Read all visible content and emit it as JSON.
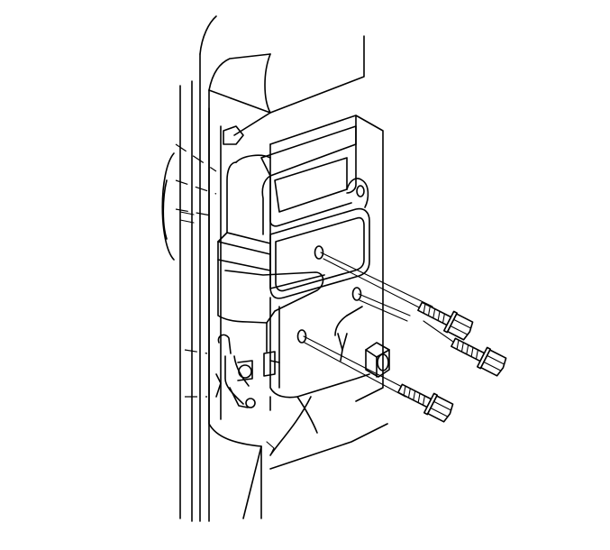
{
  "diagram": {
    "kind": "line-illustration",
    "components": [
      "door-edge",
      "door-latch-assembly",
      "latch-mounting-plate",
      "lock-rod",
      "retainer-clip",
      "latch-bolt-upper",
      "latch-bolt-middle",
      "latch-bolt-lower"
    ],
    "fastener_count": 3,
    "line_color": "#000000",
    "background_color": "#ffffff"
  }
}
